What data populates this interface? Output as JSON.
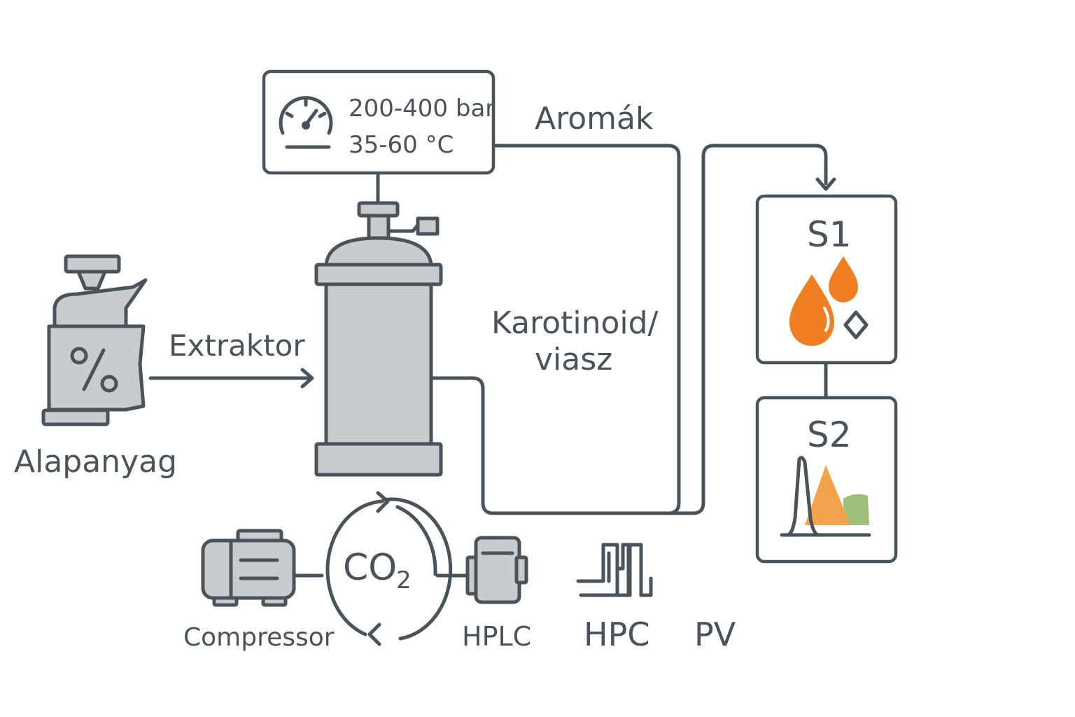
{
  "labels": {
    "pressure": "200-400 bar",
    "temperature": "35-60 °C",
    "aromas": "Aromák",
    "carotenoid_line1": "Karotinoid/",
    "carotenoid_line2": "viasz",
    "extractor": "Extraktor",
    "raw_material": "Alapanyag",
    "separator1": "S1",
    "separator2": "S2",
    "co2_main": "CO",
    "co2_sub": "2",
    "compressor": "Compressor",
    "hplc": "HPLC",
    "hpc": "HPC",
    "pv": "PV"
  },
  "icons": [
    "pressure-gauge-icon",
    "grinder-icon",
    "percent-icon",
    "extraction-vessel-icon",
    "oil-drops-icon",
    "crystal-icon",
    "chromatogram-icon",
    "compressor-icon",
    "recycle-arrows-icon",
    "pump-icon",
    "hpc-instrument-icon"
  ],
  "colors": {
    "line": "#4a5359",
    "equipment_fill": "#c9ccce",
    "drop_orange": "#ef7f22",
    "peak_orange": "#f2a34c",
    "peak_green": "#9dbf7a"
  }
}
